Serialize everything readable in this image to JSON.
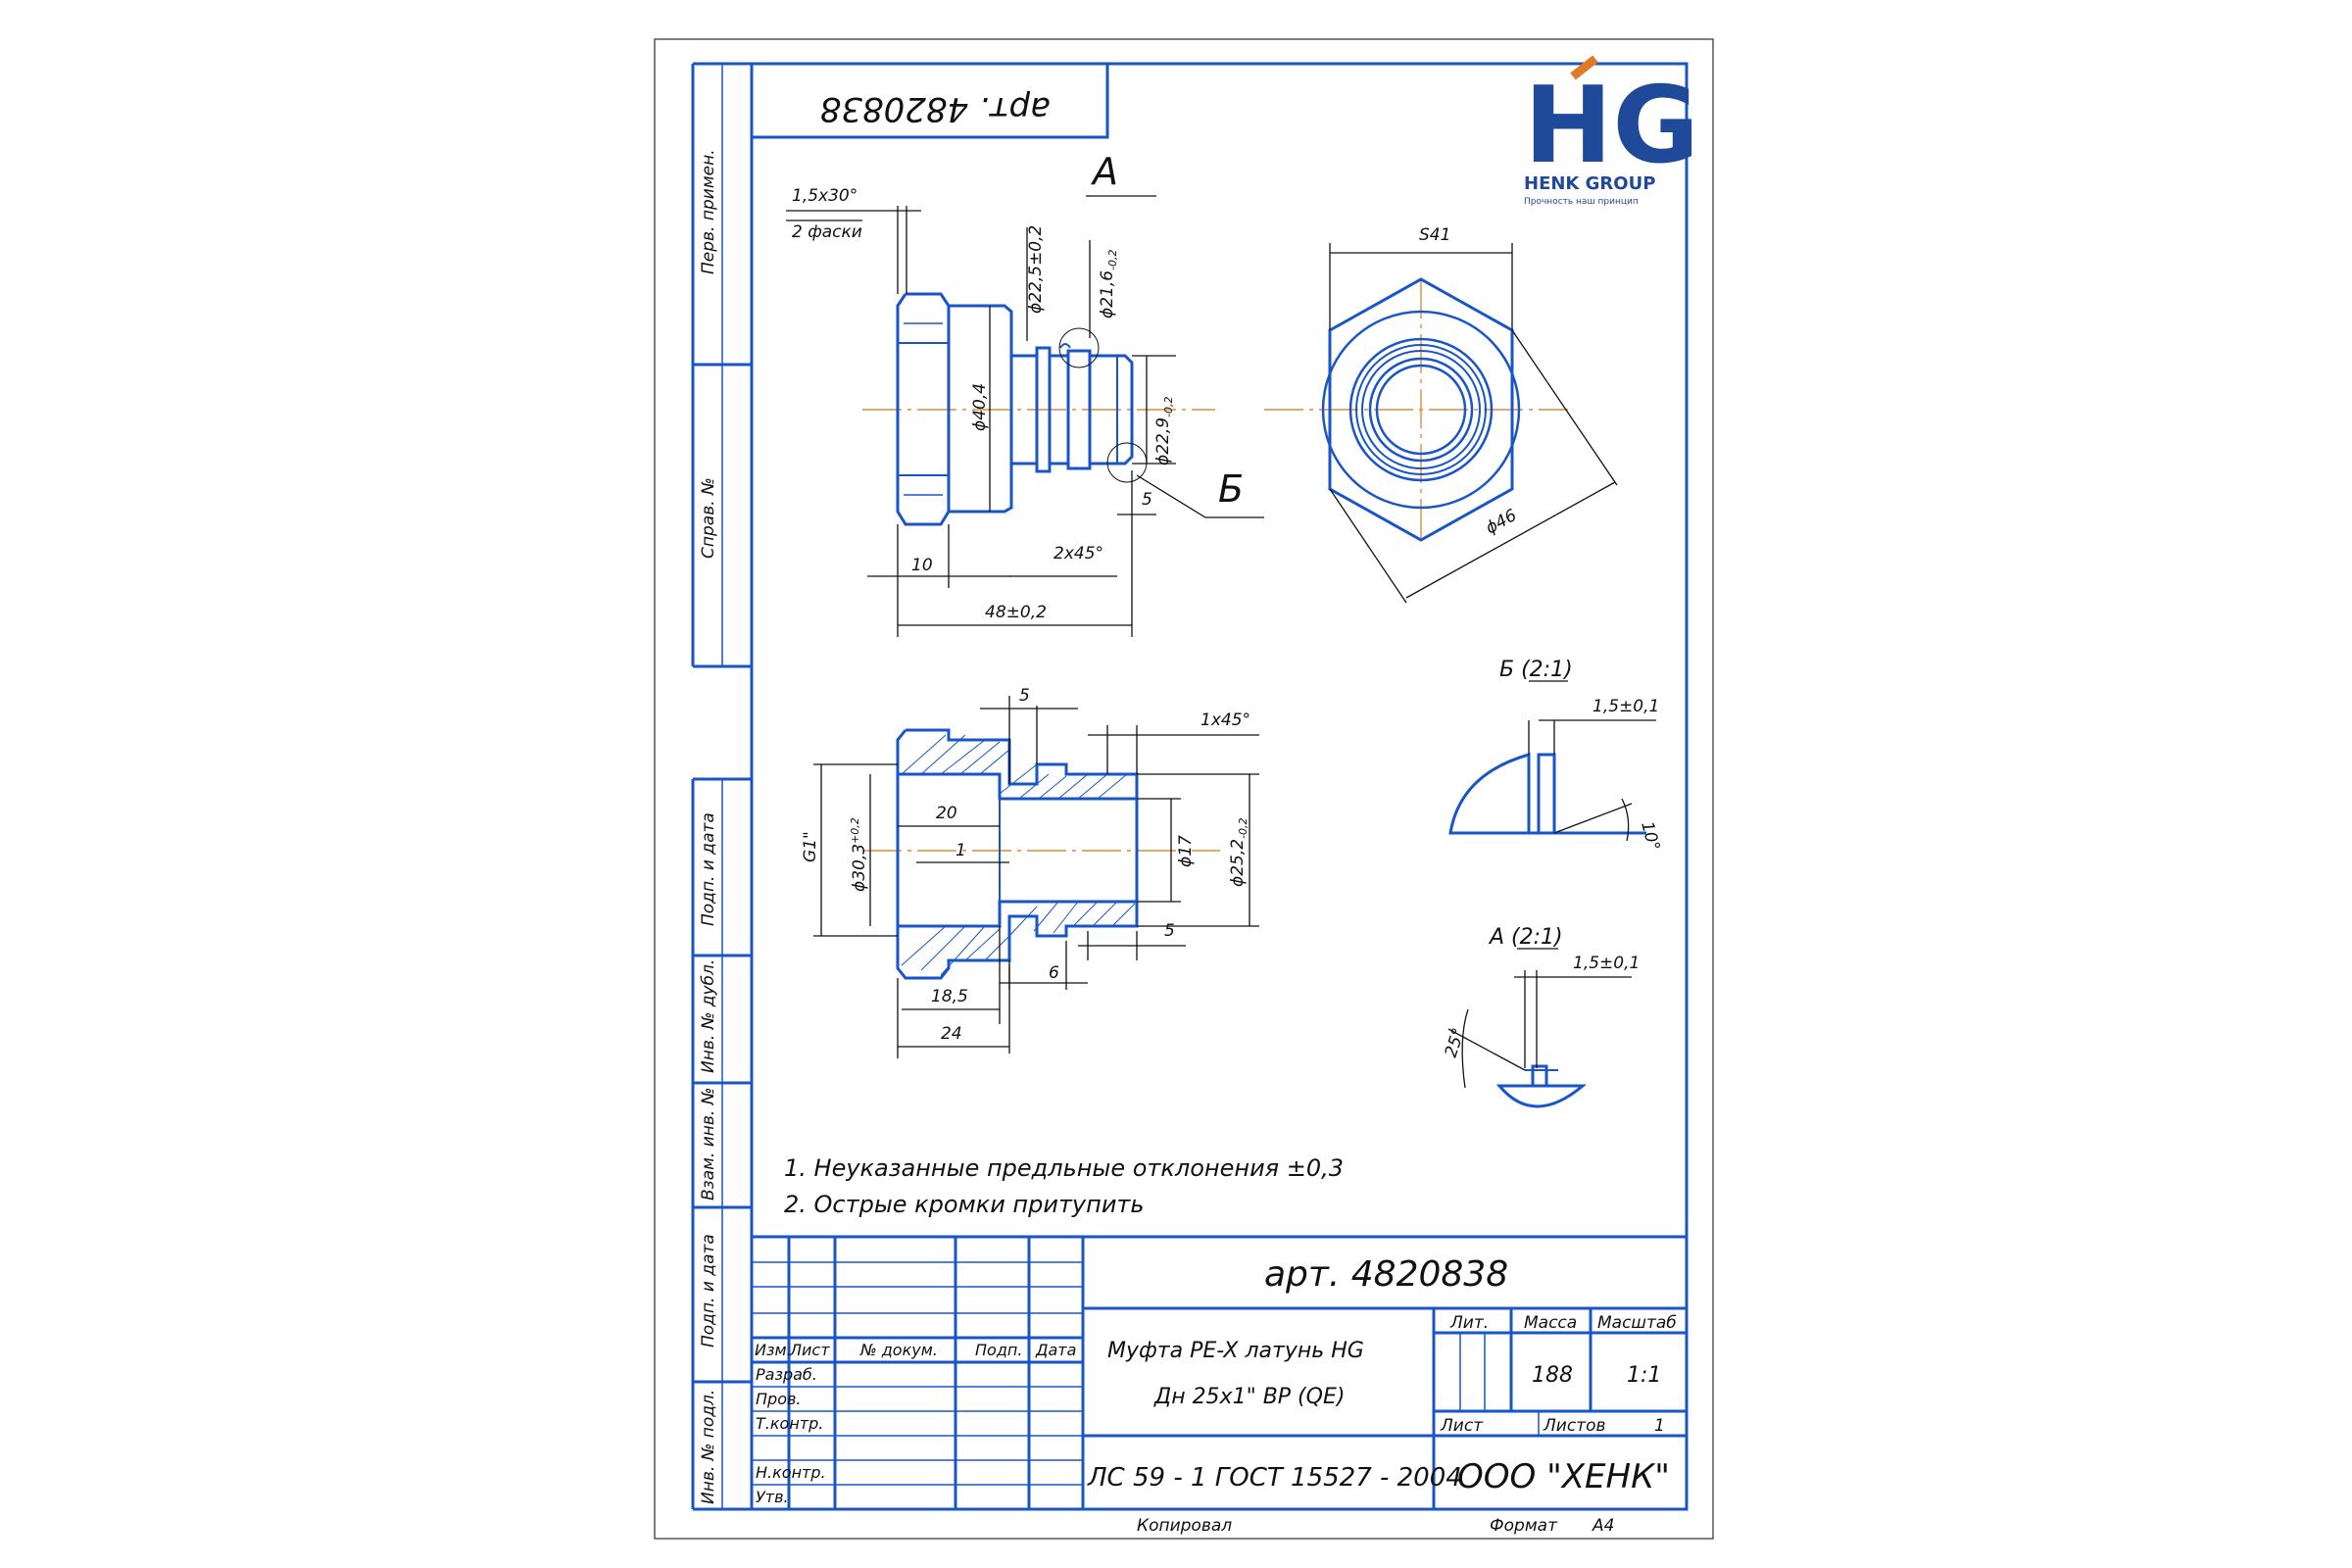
{
  "header": {
    "article_mirrored": "арт. 4820838"
  },
  "logo": {
    "letters": "HG",
    "name": "HENK GROUP",
    "slogan": "Прочность наш принцип"
  },
  "side_labels": {
    "perv_primen": "Перв. примен.",
    "sprav_no": "Справ. №",
    "podp_data_1": "Подп. и дата",
    "inv_dubl": "Инв. № дубл.",
    "vzam_inv": "Взам. инв. №",
    "podp_data_2": "Подп. и дата",
    "inv_podl": "Инв. № подл."
  },
  "views": {
    "section_a": "А",
    "section_b": "Б"
  },
  "dims": {
    "chamfer": "1,5x30°",
    "two_chamfers": "2 фаски",
    "d225": "ϕ22,5±0,2",
    "d216": "ϕ21,6",
    "d216_tol": "-0,2",
    "d404": "ϕ40,4",
    "d229": "ϕ22,9",
    "d229_tol": "-0,2",
    "five_a": "5",
    "ten": "10",
    "two45": "2x45°",
    "len48": "48±0,2",
    "s41": "S41",
    "d46": "ϕ46",
    "five_b": "5",
    "one45": "1x45°",
    "g1": "G1\"",
    "d303": "ϕ30,3",
    "d303_tol": "+0,2",
    "twenty": "20",
    "one": "1",
    "d17": "ϕ17",
    "d252": "ϕ25,2",
    "d252_tol": "-0,2",
    "five_c": "5",
    "six": "6",
    "d185": "18,5",
    "d24": "24"
  },
  "detail_b": {
    "title": "Б (2:1)",
    "width": "1,5±0,1",
    "angle": "10°"
  },
  "detail_a": {
    "title": "А (2:1)",
    "width": "1,5±0,1",
    "angle": "25°"
  },
  "notes": [
    "1. Неуказанные предльные отклонения ±0,3",
    "2. Острые кромки притупить"
  ],
  "title_block": {
    "article": "арт. 4820838",
    "col_izm": "Изм.",
    "col_list": "Лист",
    "col_dokum": "№ докум.",
    "col_podp": "Подп.",
    "col_data": "Дата",
    "row_razrab": "Разраб.",
    "row_prov": "Пров.",
    "row_tkontr": "Т.контр.",
    "row_nkontr": "Н.контр.",
    "row_utv": "Утв.",
    "name_line1": "Муфта PE-X латунь HG",
    "name_line2": "Дн 25x1\" ВР (QE)",
    "lit": "Лит.",
    "massa": "Масса",
    "masshtab": "Масштаб",
    "mass_value": "188",
    "scale_value": "1:1",
    "list": "Лист",
    "listov": "Листов",
    "listov_value": "1",
    "material": "ЛС 59 - 1 ГОСТ 15527 - 2004",
    "company": "ООО \"ХЕНК\"",
    "kopiroval": "Копировал",
    "format": "Формат",
    "format_value": "А4"
  },
  "colors": {
    "frame": "#1a55c8",
    "logo_blue": "#1f4a9a",
    "logo_orange": "#e07a2a",
    "axis": "#e08a3a"
  }
}
